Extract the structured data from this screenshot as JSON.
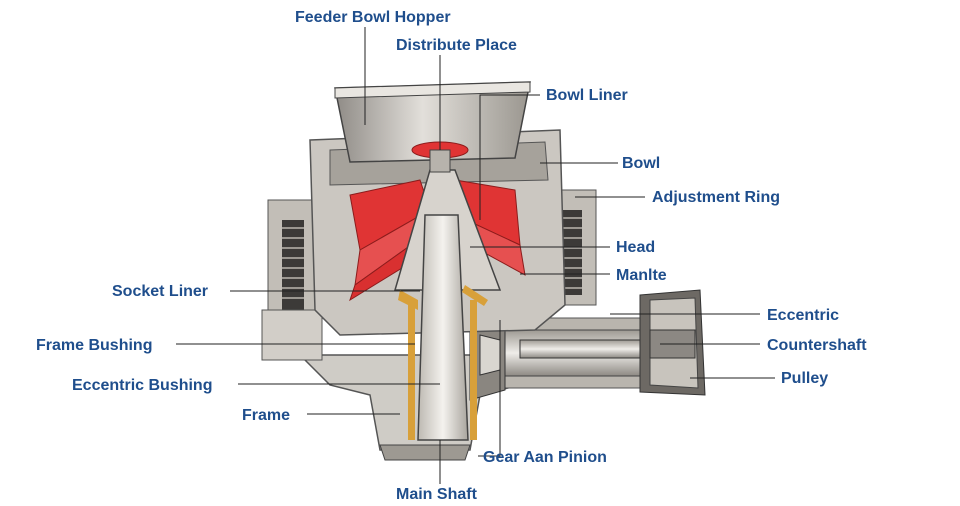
{
  "labels": {
    "feeder_bowl_hopper": "Feeder Bowl Hopper",
    "distribute_place": "Distribute Place",
    "bowl_liner": "Bowl Liner",
    "bowl": "Bowl",
    "adjustment_ring": "Adjustment Ring",
    "head": "Head",
    "mantle": "Manlte",
    "socket_liner": "Socket Liner",
    "frame_bushing": "Frame Bushing",
    "eccentric_bushing": "Eccentric Bushing",
    "frame": "Frame",
    "eccentric": "Eccentric",
    "countershaft": "Countershaft",
    "pulley": "Pulley",
    "gear_pinion": "Gear Aan Pinion",
    "main_shaft": "Main Shaft"
  },
  "colors": {
    "label_text": "#1f4e8c",
    "body_metal": "#c9c6c0",
    "dark_metal": "#4a4744",
    "liner_red": "#e03434",
    "bushing_yellow": "#d8a03a"
  }
}
